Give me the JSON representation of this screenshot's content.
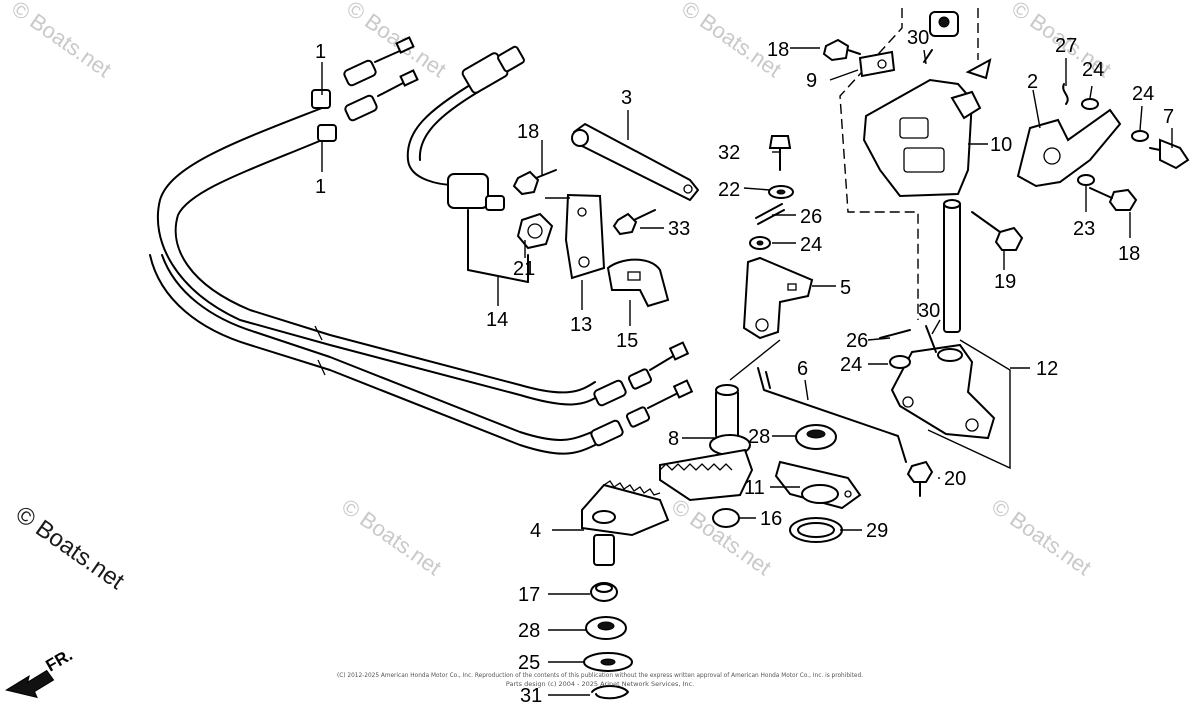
{
  "callouts": [
    {
      "id": "c1a",
      "label": "1"
    },
    {
      "id": "c1b",
      "label": "1"
    },
    {
      "id": "c2",
      "label": "2"
    },
    {
      "id": "c3",
      "label": "3"
    },
    {
      "id": "c4",
      "label": "4"
    },
    {
      "id": "c5",
      "label": "5"
    },
    {
      "id": "c6",
      "label": "6"
    },
    {
      "id": "c7",
      "label": "7"
    },
    {
      "id": "c8",
      "label": "8"
    },
    {
      "id": "c9",
      "label": "9"
    },
    {
      "id": "c10",
      "label": "10"
    },
    {
      "id": "c11",
      "label": "11"
    },
    {
      "id": "c12",
      "label": "12"
    },
    {
      "id": "c13",
      "label": "13"
    },
    {
      "id": "c14",
      "label": "14"
    },
    {
      "id": "c15",
      "label": "15"
    },
    {
      "id": "c16",
      "label": "16"
    },
    {
      "id": "c17",
      "label": "17"
    },
    {
      "id": "c18a",
      "label": "18"
    },
    {
      "id": "c18b",
      "label": "18"
    },
    {
      "id": "c18c",
      "label": "18"
    },
    {
      "id": "c19",
      "label": "19"
    },
    {
      "id": "c20",
      "label": "20"
    },
    {
      "id": "c21",
      "label": "21"
    },
    {
      "id": "c22",
      "label": "22"
    },
    {
      "id": "c23",
      "label": "23"
    },
    {
      "id": "c24a",
      "label": "24"
    },
    {
      "id": "c24b",
      "label": "24"
    },
    {
      "id": "c24c",
      "label": "24"
    },
    {
      "id": "c24d",
      "label": "24"
    },
    {
      "id": "c25",
      "label": "25"
    },
    {
      "id": "c26a",
      "label": "26"
    },
    {
      "id": "c26b",
      "label": "26"
    },
    {
      "id": "c27",
      "label": "27"
    },
    {
      "id": "c28a",
      "label": "28"
    },
    {
      "id": "c28b",
      "label": "28"
    },
    {
      "id": "c29",
      "label": "29"
    },
    {
      "id": "c30a",
      "label": "30"
    },
    {
      "id": "c30b",
      "label": "30"
    },
    {
      "id": "c31",
      "label": "31"
    },
    {
      "id": "c32",
      "label": "32"
    },
    {
      "id": "c33",
      "label": "33"
    }
  ],
  "watermark": {
    "text": "© Boats.net"
  },
  "direction_label": "FR.",
  "copyright_line1": "(C) 2012-2025 American Honda Motor Co., Inc. Reproduction of the contents of this publication without the express written approval of American Honda Motor Co., Inc. is prohibited.",
  "copyright_line2": "Parts design (c) 2004 - 2025 Arinet Network Services, Inc."
}
